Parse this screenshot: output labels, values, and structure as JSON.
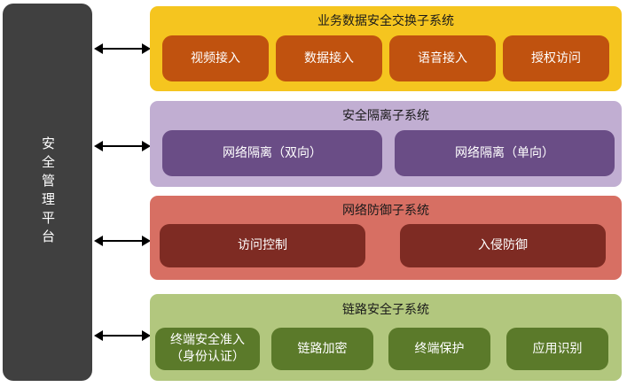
{
  "platform": {
    "label": "安全管理平台"
  },
  "subsystems": [
    {
      "title": "业务数据安全交换子系统",
      "modules": [
        "视频接入",
        "数据接入",
        "语音接入",
        "授权访问"
      ]
    },
    {
      "title": "安全隔离子系统",
      "modules": [
        "网络隔离（双向）",
        "网络隔离（单向）"
      ]
    },
    {
      "title": "网络防御子系统",
      "modules": [
        "访问控制",
        "入侵防御"
      ]
    },
    {
      "title": "链路安全子系统",
      "modules": [
        "终端安全准入\n（身份认证）",
        "链路加密",
        "终端保护",
        "应用识别"
      ]
    }
  ],
  "colors": {
    "platform": "#404040",
    "business_exchange": "#f5c51f",
    "business_exchange_module": "#c0520f",
    "isolation": "#c1aed2",
    "isolation_module": "#6a4d86",
    "defense": "#d76f63",
    "defense_module": "#7e2b23",
    "link_security": "#b2c77e",
    "link_security_module": "#5b7a2a"
  }
}
